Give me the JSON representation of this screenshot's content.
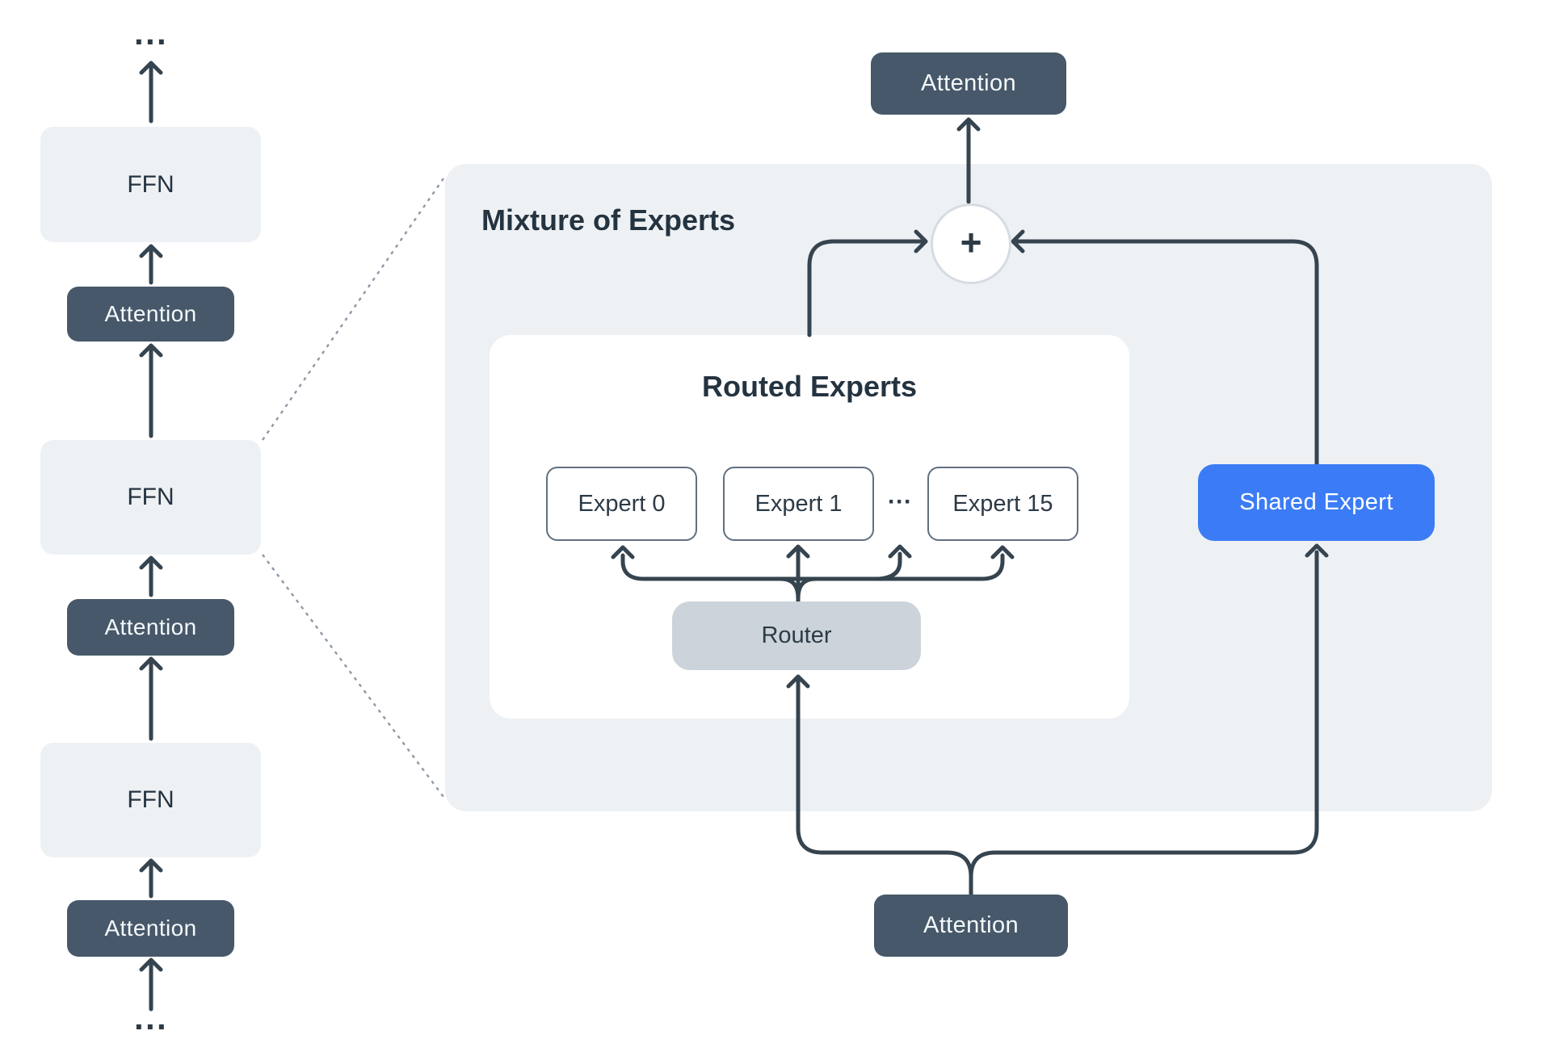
{
  "left_stack": {
    "ellipsis_top": "···",
    "ellipsis_bottom": "···",
    "blocks": [
      {
        "label": "FFN"
      },
      {
        "label": "Attention"
      },
      {
        "label": "FFN"
      },
      {
        "label": "Attention"
      },
      {
        "label": "FFN"
      },
      {
        "label": "Attention"
      }
    ]
  },
  "moe": {
    "title": "Mixture of Experts",
    "top_block": "Attention",
    "bottom_block": "Attention",
    "sum_symbol": "+",
    "routed": {
      "title": "Routed Experts",
      "experts": [
        "Expert 0",
        "Expert 1",
        "Expert 15"
      ],
      "ellipsis": "···",
      "router": "Router"
    },
    "shared_expert": "Shared Expert"
  },
  "colors": {
    "accent_blue": "#3b7cf6",
    "dark_slate": "#465869",
    "line": "#35444f",
    "panel_bg": "#eef1f4",
    "router_gray": "#ccd3da",
    "expert_border": "#61707f",
    "sum_border": "#d5dce3",
    "dotted_line": "#8c99a7"
  }
}
